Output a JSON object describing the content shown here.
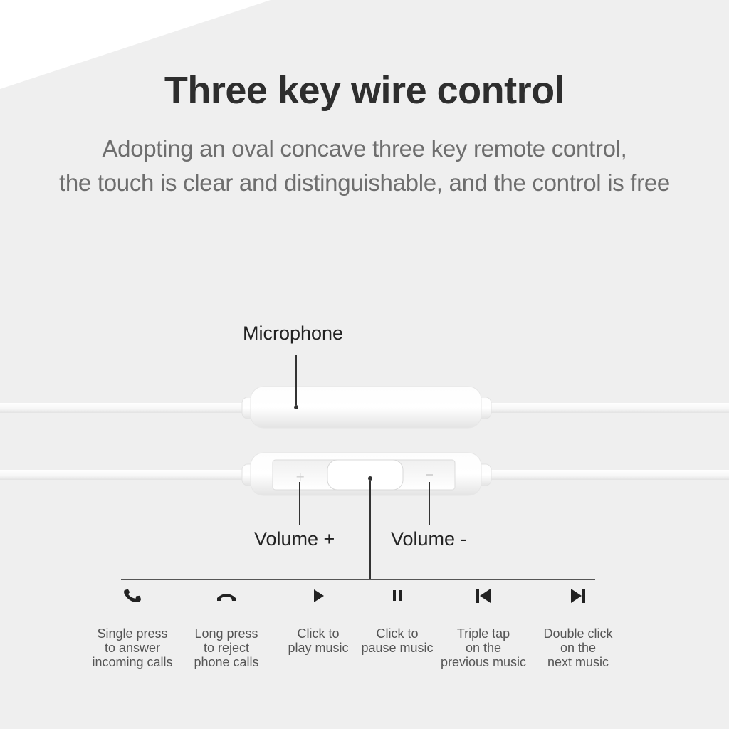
{
  "heading": {
    "title": "Three key wire control",
    "subtitle_line1": "Adopting an oval concave three key remote control,",
    "subtitle_line2": "the touch is clear and distinguishable, and the control is free"
  },
  "labels": {
    "microphone": "Microphone",
    "volume_up": "Volume +",
    "volume_down": "Volume -"
  },
  "functions": [
    {
      "icon": "phone-answer-icon",
      "text": "Single press\nto answer\nincoming calls"
    },
    {
      "icon": "phone-hangup-icon",
      "text": "Long press\nto reject\nphone calls"
    },
    {
      "icon": "play-icon",
      "text": "Click to\nplay music"
    },
    {
      "icon": "pause-icon",
      "text": "Click to\npause music"
    },
    {
      "icon": "previous-track-icon",
      "text": "Triple tap\non the\nprevious music"
    },
    {
      "icon": "next-track-icon",
      "text": "Double click\non the\nnext music"
    }
  ],
  "colors": {
    "background": "#efefef",
    "corner": "#ffffff",
    "text_dark": "#2e2e2e",
    "text_muted": "#6e6e6e"
  }
}
